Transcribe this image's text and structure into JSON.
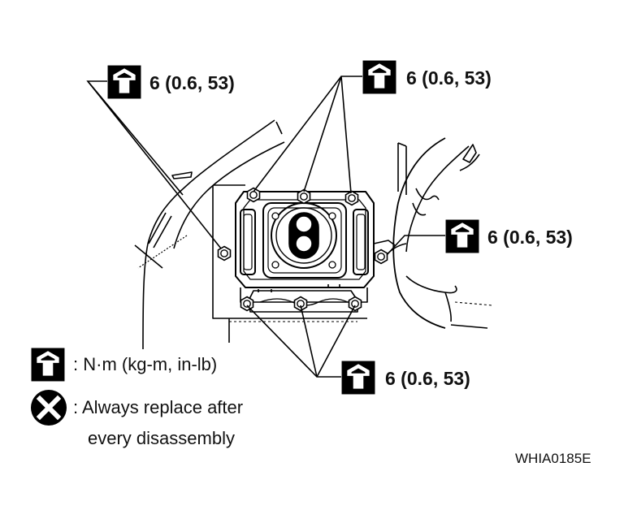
{
  "torque_callouts": [
    {
      "id": "left",
      "label": "6 (0.6, 53)"
    },
    {
      "id": "top",
      "label": "6 (0.6, 53)"
    },
    {
      "id": "right",
      "label": "6 (0.6, 53)"
    },
    {
      "id": "bottom",
      "label": "6 (0.6, 53)"
    }
  ],
  "legend": {
    "torque_units": ": N·m (kg-m, in-lb)",
    "replace_line1": ": Always replace after",
    "replace_line2": "every disassembly"
  },
  "figure_code": "WHIA0185E",
  "icons": {
    "torque": "torque-wrench-icon",
    "replace": "always-replace-icon"
  }
}
